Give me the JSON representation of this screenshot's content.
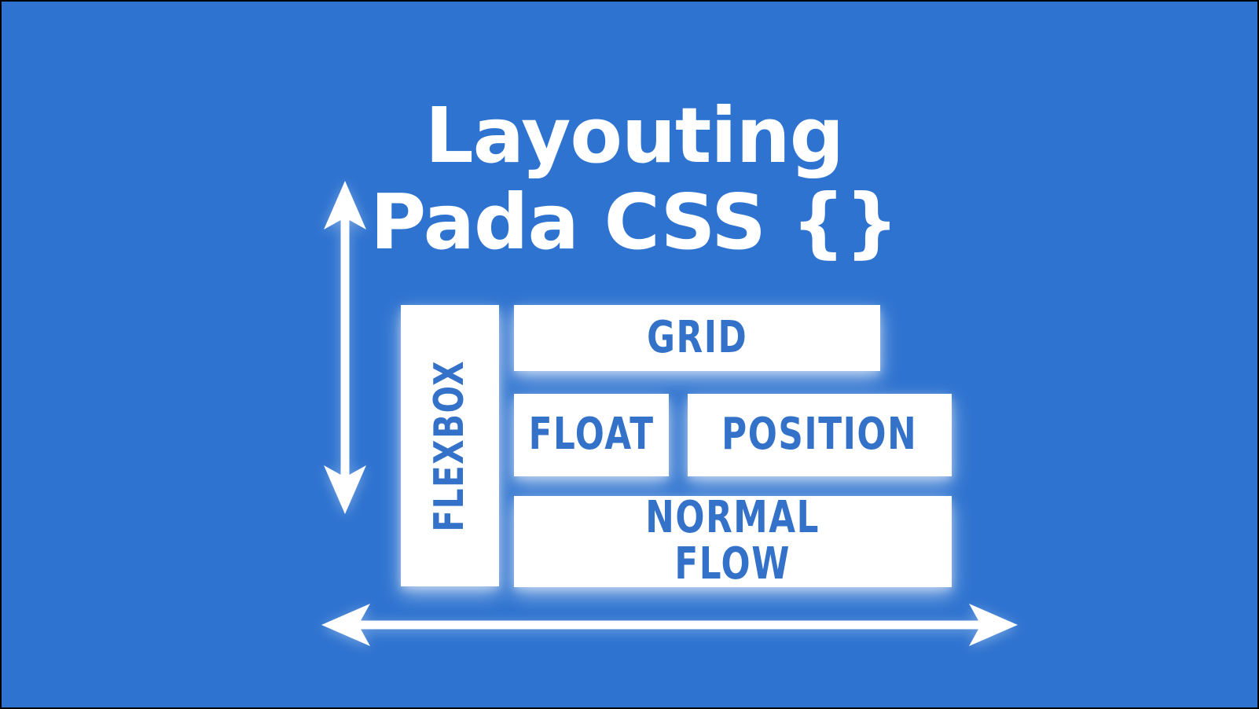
{
  "colors": {
    "background": "#2e73d0",
    "box_background": "#ffffff",
    "label_text": "#3372c8",
    "title_text": "#ffffff",
    "arrow": "#ffffff",
    "frame_border": "#000000"
  },
  "title": {
    "line1": "Layouting",
    "line2": "Pada CSS {}"
  },
  "boxes": {
    "flexbox": "FLEXBOX",
    "grid": "GRID",
    "float": "FLOAT",
    "position": "POSITION",
    "normal_flow": "NORMAL\nFLOW"
  },
  "icons": {
    "vertical_arrow": "double-headed-vertical-arrow",
    "horizontal_arrow": "double-headed-horizontal-arrow"
  }
}
